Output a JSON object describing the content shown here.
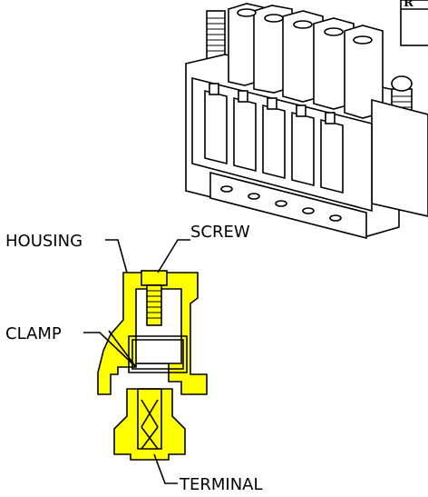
{
  "labels": {
    "housing": "HOUSING",
    "screw": "SCREW",
    "clamp": "CLAMP",
    "terminal": "TERMINAL",
    "corner_box": "R"
  },
  "colors": {
    "highlight": "#ffff00",
    "line": "#000000"
  },
  "icons": {
    "connector": "terminal-block-connector",
    "cross_section": "terminal-cross-section"
  }
}
